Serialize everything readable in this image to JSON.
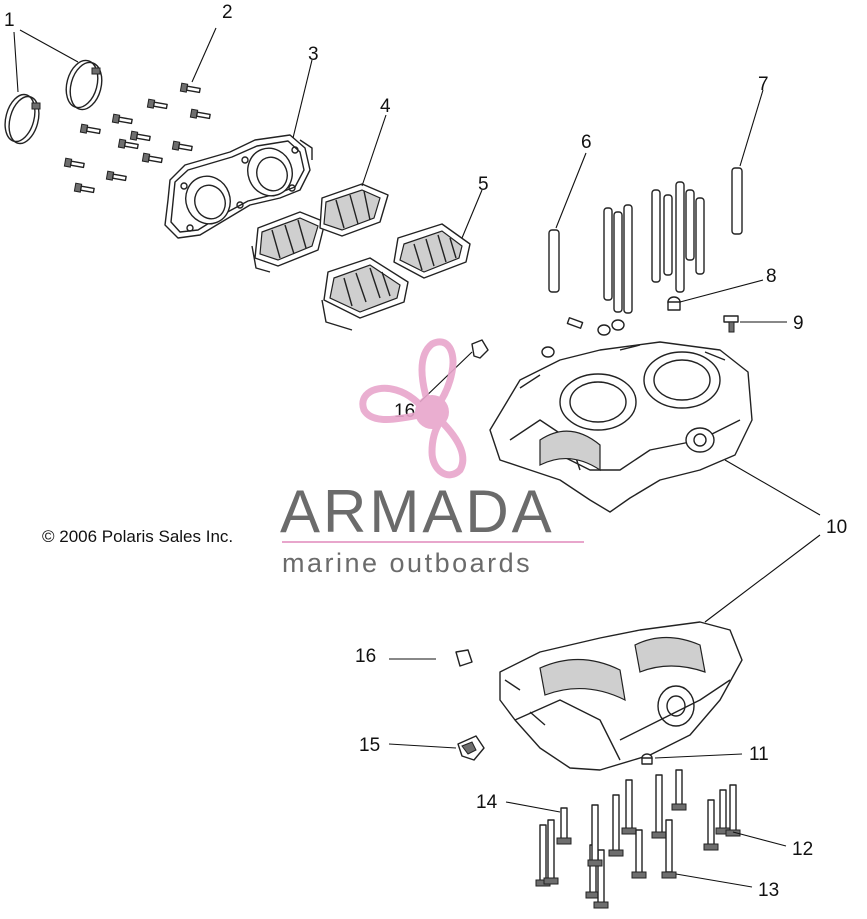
{
  "copyright": "© 2006 Polaris Sales Inc.",
  "watermark": {
    "brand": "ARMADA",
    "tagline": "marine outboards",
    "colors": {
      "text": "#6b6b6b",
      "accent": "#e8a6cc",
      "underline": "#e8a6cc"
    },
    "icon": "propeller-logo-icon"
  },
  "callouts": [
    {
      "id": "1",
      "label": "1"
    },
    {
      "id": "2",
      "label": "2"
    },
    {
      "id": "3",
      "label": "3"
    },
    {
      "id": "4",
      "label": "4"
    },
    {
      "id": "5",
      "label": "5"
    },
    {
      "id": "6",
      "label": "6"
    },
    {
      "id": "7",
      "label": "7"
    },
    {
      "id": "8",
      "label": "8"
    },
    {
      "id": "9",
      "label": "9"
    },
    {
      "id": "10",
      "label": "10"
    },
    {
      "id": "11",
      "label": "11"
    },
    {
      "id": "12",
      "label": "12"
    },
    {
      "id": "13",
      "label": "13"
    },
    {
      "id": "14",
      "label": "14"
    },
    {
      "id": "15",
      "label": "15"
    },
    {
      "id": "16a",
      "label": "16"
    },
    {
      "id": "16b",
      "label": "16"
    }
  ]
}
